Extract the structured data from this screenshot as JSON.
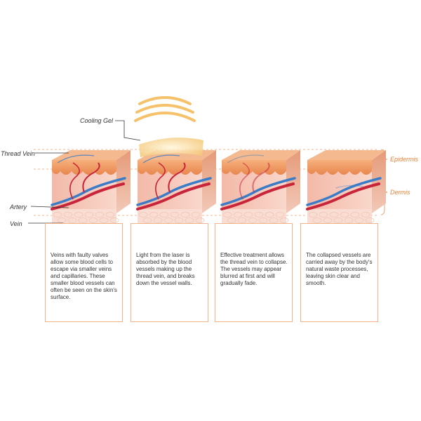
{
  "labels": {
    "cooling_gel": "Cooling Gel",
    "thread_vein": "Thread Vein",
    "artery": "Artery",
    "vein": "Vein",
    "epidermis": "Epidermis",
    "dermis": "Dermis"
  },
  "panels": [
    {
      "stage": "before",
      "text": "Veins with faulty valves allow some blood cells to escape via smaller veins and capillaries. These smaller blood vessels can often be seen on the skin's surface."
    },
    {
      "stage": "laser",
      "text": "Light from the laser is absorbed by the blood vessels making up the thread vein, and breaks down the vessel walls."
    },
    {
      "stage": "collapse",
      "text": "Effective treatment allows the thread vein to collapse. The vessels may appear blurred at first and will gradually fade."
    },
    {
      "stage": "cleared",
      "text": "The collapsed vessels are carried away by the body's natural waste processes, leaving skin clear and smooth."
    }
  ],
  "colors": {
    "epidermis": "#f2a06a",
    "dermis": "#f6c4b4",
    "fat": "#f9ddd3",
    "artery": "#c8243a",
    "vein": "#3a7cc7",
    "guide": "#f0a070",
    "gel": "#f5c470"
  }
}
